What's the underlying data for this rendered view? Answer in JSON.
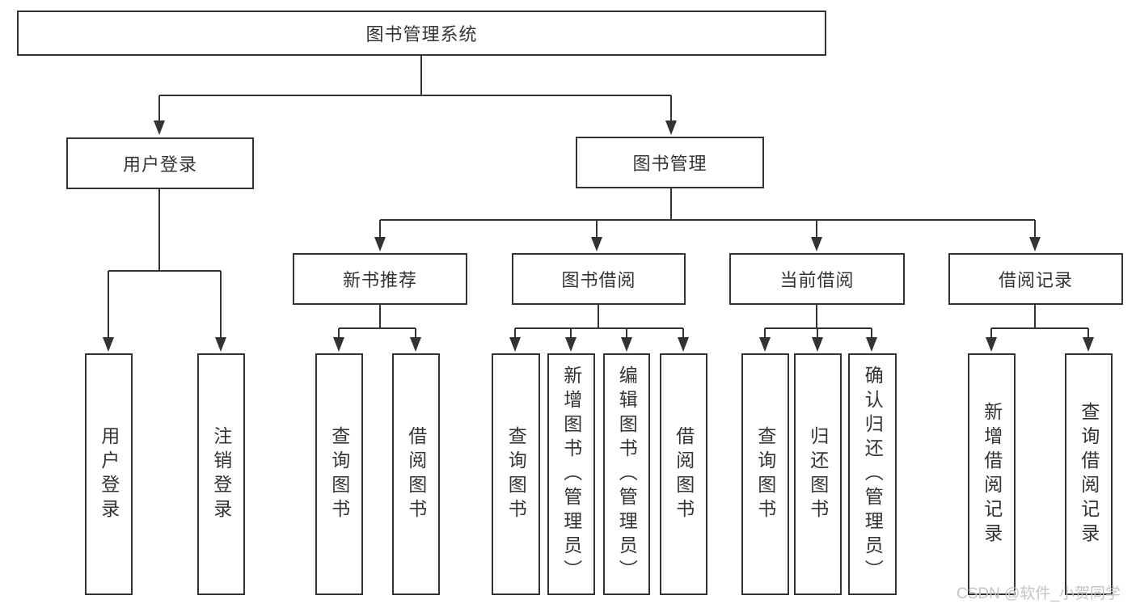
{
  "tree": {
    "label": "图书管理系统",
    "children": [
      {
        "label": "用户登录",
        "children": [
          {
            "label": "用户登录"
          },
          {
            "label": "注销登录"
          }
        ]
      },
      {
        "label": "图书管理",
        "children": [
          {
            "label": "新书推荐",
            "children": [
              {
                "label": "查询图书"
              },
              {
                "label": "借阅图书"
              }
            ]
          },
          {
            "label": "图书借阅",
            "children": [
              {
                "label": "查询图书"
              },
              {
                "label": "新增图书（管理员）"
              },
              {
                "label": "编辑图书（管理员）"
              },
              {
                "label": "借阅图书"
              }
            ]
          },
          {
            "label": "当前借阅",
            "children": [
              {
                "label": "查询图书"
              },
              {
                "label": "归还图书"
              },
              {
                "label": "确认归还（管理员）"
              }
            ]
          },
          {
            "label": "借阅记录",
            "children": [
              {
                "label": "新增借阅记录"
              },
              {
                "label": "查询借阅记录"
              }
            ]
          }
        ]
      }
    ]
  },
  "watermark": {
    "text": "CSDN @软件_小贺同学"
  },
  "colors": {
    "line": "#333333",
    "text": "#333333",
    "box_background": "#ffffff",
    "watermark": "#c1c1c1"
  }
}
